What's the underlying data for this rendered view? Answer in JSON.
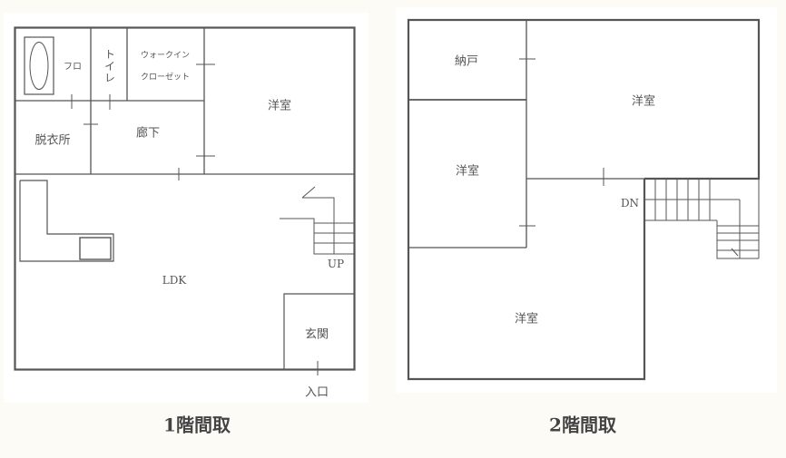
{
  "colors": {
    "background": "#fdfbf5",
    "paper": "#ffffff",
    "wall": "#555555",
    "text": "#555555",
    "caption": "#444444"
  },
  "floor1": {
    "caption": "1階間取",
    "rooms": {
      "bath": "フロ",
      "toilet": "トイレ",
      "walk_in_closet_line1": "ウォークイン",
      "walk_in_closet_line2": "クローゼット",
      "western_room": "洋室",
      "dressing_room": "脱衣所",
      "hallway": "廊下",
      "ldk": "LDK",
      "entrance_hall": "玄関"
    },
    "stairs_label": "UP",
    "entrance_label": "入口"
  },
  "floor2": {
    "caption": "2階間取",
    "rooms": {
      "storage": "納戸",
      "western_room_large": "洋室",
      "western_room_left": "洋室",
      "western_room_bottom": "洋室"
    },
    "stairs_label": "DN"
  }
}
